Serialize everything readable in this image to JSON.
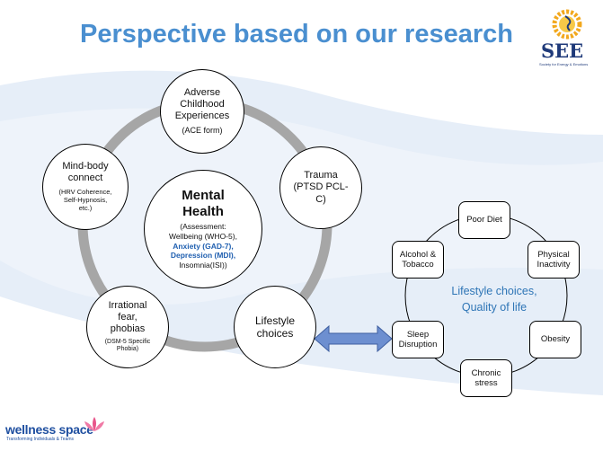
{
  "title": "Perspective based on our research",
  "logo_top": {
    "name": "SEE",
    "tagline": "Society for Energy & Emotions",
    "icon": "sun-face-icon"
  },
  "logo_bottom": {
    "name": "wellness space",
    "tagline": "Transforming Individuals & Teams",
    "icon": "lotus-icon"
  },
  "center": {
    "title_line1": "Mental",
    "title_line2": "Health",
    "assessment_l1": "(Assessment:",
    "assessment_l2": "Wellbeing (WHO-5),",
    "assessment_l3": "Anxiety (GAD-7),",
    "assessment_l4": "Depression (MDI),",
    "assessment_l5": "Insomnia(ISI))"
  },
  "cycle_nodes": {
    "ace": {
      "l1": "Adverse",
      "l2": "Childhood",
      "l3": "Experiences",
      "sub": "(ACE form)"
    },
    "trauma": {
      "l1": "Trauma",
      "l2": "(PTSD PCL-",
      "l3": "C)"
    },
    "lifestyle": {
      "l1": "Lifestyle",
      "l2": "choices"
    },
    "irrational": {
      "l1": "Irrational",
      "l2": "fear,",
      "l3": "phobias",
      "sub_l1": "(DSM-5 Specific",
      "sub_l2": "Phobia)"
    },
    "mindbody": {
      "l1": "Mind-body",
      "l2": "connect",
      "sub_l1": "(HRV Coherence,",
      "sub_l2": "Self-Hypnosis,",
      "sub_l3": "etc.)"
    }
  },
  "ring": {
    "center_l1": "Lifestyle choices,",
    "center_l2": "Quality of life",
    "nodes": {
      "poor_diet": {
        "l1": "Poor Diet"
      },
      "physical": {
        "l1": "Physical",
        "l2": "Inactivity"
      },
      "obesity": {
        "l1": "Obesity"
      },
      "chronic": {
        "l1": "Chronic",
        "l2": "stress"
      },
      "sleep": {
        "l1": "Sleep",
        "l2": "Disruption"
      },
      "alcohol": {
        "l1": "Alcohol &",
        "l2": "Tobacco"
      }
    }
  },
  "colors": {
    "title": "#4a8fd0",
    "cycle_ring": "#a6a6a6",
    "arrow": "#6d8fd0",
    "ring_text": "#2e75b6",
    "highlight": "#1f5fb0",
    "background_swoosh": "#e6eef8"
  }
}
